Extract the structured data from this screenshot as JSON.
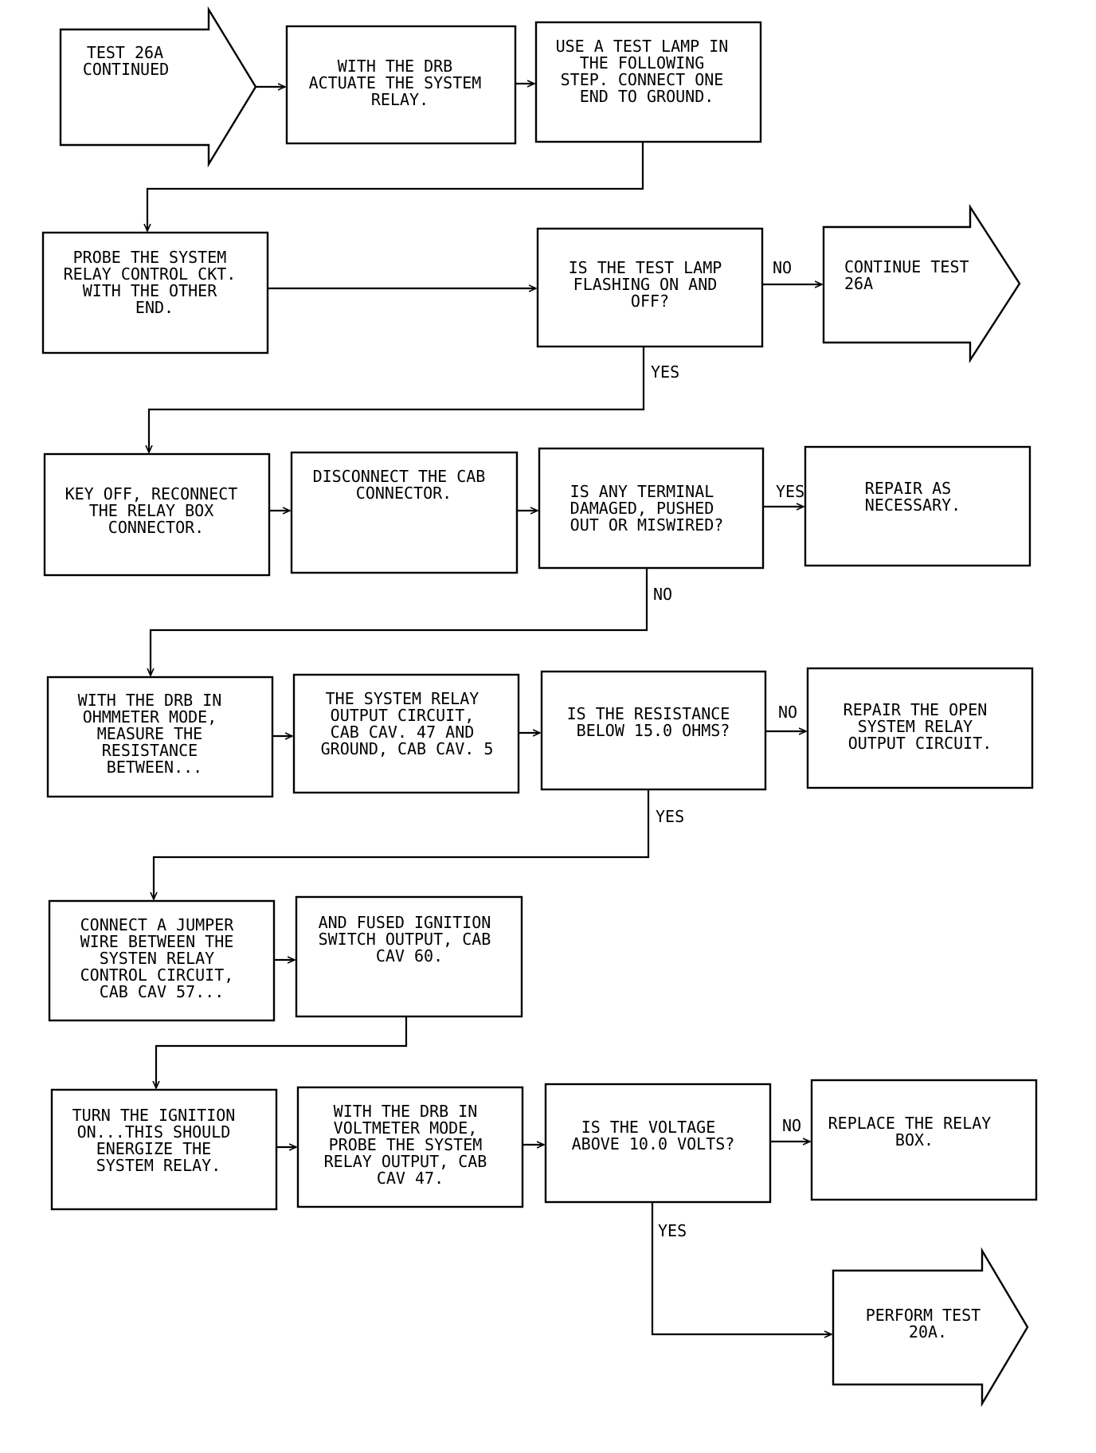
{
  "flowchart": {
    "nodes": {
      "test26a": {
        "lines": [
          "TEST 26A",
          "CONTINUED"
        ]
      },
      "actuate": {
        "lines": [
          "WITH THE DRB",
          "ACTUATE THE SYSTEM",
          "RELAY."
        ]
      },
      "test_lamp": {
        "lines": [
          "USE A TEST LAMP IN",
          "THE FOLLOWING",
          "STEP. CONNECT ONE",
          "END TO GROUND."
        ]
      },
      "probe": {
        "lines": [
          "PROBE THE SYSTEM",
          "RELAY CONTROL CKT.",
          "WITH THE OTHER",
          "END."
        ]
      },
      "lamp_flash": {
        "lines": [
          "IS THE TEST LAMP",
          "FLASHING ON AND",
          "OFF?"
        ]
      },
      "continue_26a": {
        "lines": [
          "CONTINUE TEST",
          "26A"
        ]
      },
      "key_off": {
        "lines": [
          "KEY OFF, RECONNECT",
          "THE RELAY BOX",
          "CONNECTOR."
        ]
      },
      "disconnect_cab": {
        "lines": [
          "DISCONNECT THE CAB",
          "CONNECTOR."
        ]
      },
      "terminal_damaged": {
        "lines": [
          "IS ANY TERMINAL",
          "DAMAGED, PUSHED",
          "OUT OR MISWIRED?"
        ]
      },
      "repair_nec": {
        "lines": [
          "REPAIR AS",
          "NECESSARY."
        ]
      },
      "ohmmeter": {
        "lines": [
          "WITH THE DRB IN",
          "OHMMETER MODE,",
          "MEASURE THE",
          "RESISTANCE",
          "BETWEEN..."
        ]
      },
      "output_circuit": {
        "lines": [
          "THE SYSTEM RELAY",
          "OUTPUT CIRCUIT,",
          "CAB CAV. 47 AND",
          "GROUND, CAB CAV. 5"
        ]
      },
      "resistance_q": {
        "lines": [
          "IS THE RESISTANCE",
          "BELOW 15.0 OHMS?"
        ]
      },
      "repair_open": {
        "lines": [
          "REPAIR THE OPEN",
          "SYSTEM RELAY",
          "OUTPUT CIRCUIT."
        ]
      },
      "jumper": {
        "lines": [
          "CONNECT A JUMPER",
          "WIRE BETWEEN THE",
          "SYSTEN RELAY",
          "CONTROL CIRCUIT,",
          "CAB CAV 57..."
        ]
      },
      "fused": {
        "lines": [
          "AND FUSED IGNITION",
          "SWITCH OUTPUT, CAB",
          "CAV 60."
        ]
      },
      "ignition_on": {
        "lines": [
          "TURN THE IGNITION",
          "ON...THIS SHOULD",
          "ENERGIZE THE",
          "SYSTEM RELAY."
        ]
      },
      "voltmeter": {
        "lines": [
          "WITH THE DRB IN",
          "VOLTMETER MODE,",
          "PROBE THE SYSTEM",
          "RELAY OUTPUT, CAB",
          "CAV 47."
        ]
      },
      "voltage_q": {
        "lines": [
          "IS THE VOLTAGE",
          "ABOVE 10.0 VOLTS?"
        ]
      },
      "replace_box": {
        "lines": [
          "REPLACE THE RELAY",
          "BOX."
        ]
      },
      "perform_20a": {
        "lines": [
          "PERFORM TEST",
          "20A."
        ]
      }
    },
    "edge_labels": {
      "lamp_no": "NO",
      "lamp_yes": "YES",
      "terminal_yes": "YES",
      "terminal_no": "NO",
      "resistance_no": "NO",
      "resistance_yes": "YES",
      "voltage_no": "NO",
      "voltage_yes": "YES"
    }
  }
}
